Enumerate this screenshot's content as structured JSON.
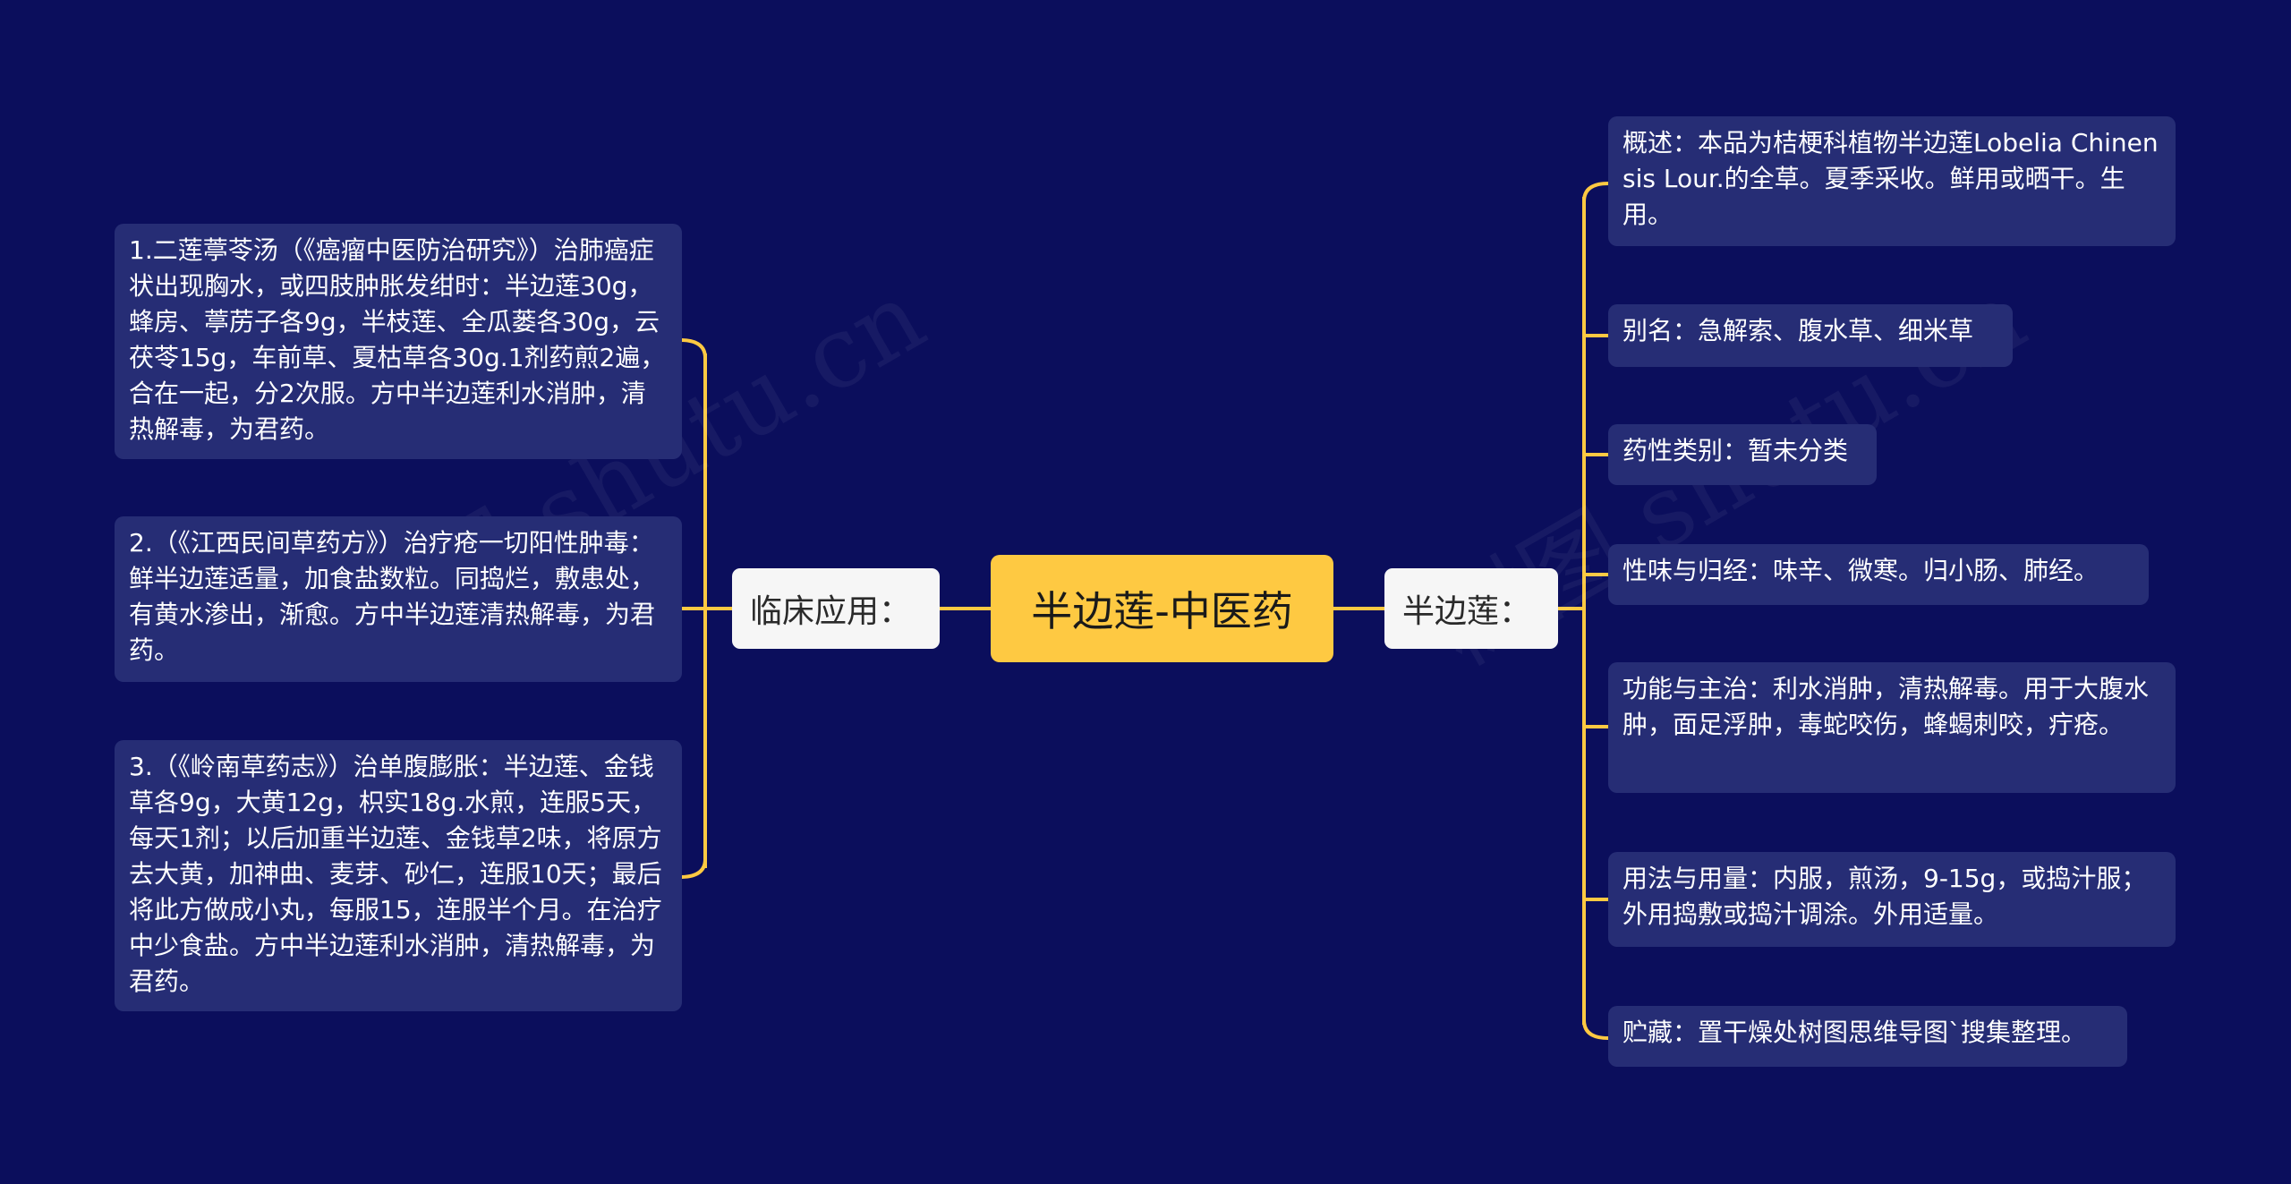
{
  "center": {
    "label": "半边莲-中医药"
  },
  "left_branch": {
    "label": "临床应用："
  },
  "right_branch": {
    "label": "半边莲："
  },
  "left_leaves": [
    "1.二莲葶苓汤（《癌瘤中医防治研究》）治肺癌症状出现胸水，或四肢肿胀发绀时：半边莲30g，蜂房、葶苈子各9g，半枝莲、全瓜蒌各30g，云茯苓15g，车前草、夏枯草各30g.1剂药煎2遍，合在一起，分2次服。方中半边莲利水消肿，清热解毒，为君药。",
    "2.（《江西民间草药方》）治疗疮一切阳性肿毒：鲜半边莲适量，加食盐数粒。同捣烂，敷患处，有黄水渗出，渐愈。方中半边莲清热解毒，为君药。",
    "3.（《岭南草药志》）治单腹膨胀：半边莲、金钱草各9g，大黄12g，枳实18g.水煎，连服5天，每天1剂；以后加重半边莲、金钱草2味，将原方去大黄，加神曲、麦芽、砂仁，连服10天；最后将此方做成小丸，每服15，连服半个月。在治疗中少食盐。方中半边莲利水消肿，清热解毒，为君药。"
  ],
  "right_leaves": [
    "概述：本品为桔梗科植物半边莲Lobelia Chinensis Lour.的全草。夏季采收。鲜用或晒干。生用。",
    "别名：急解索、腹水草、细米草",
    "药性类别：暂未分类",
    "性味与归经：味辛、微寒。归小肠、肺经。",
    "功能与主治：利水消肿，清热解毒。用于大腹水肿，面足浮肿，毒蛇咬伤，蜂蝎刺咬，疔疮。",
    "用法与用量：内服，煎汤，9-15g，或捣汁服；外用捣敷或捣汁调涂。外用适量。",
    "贮藏：置干燥处树图思维导图`搜集整理。"
  ],
  "watermark": "树图 shutu.cn",
  "colors": {
    "background": "#0b0e5c",
    "connector": "#fec942",
    "leaf_bg": "#262d75",
    "center_bg": "#fec942"
  }
}
